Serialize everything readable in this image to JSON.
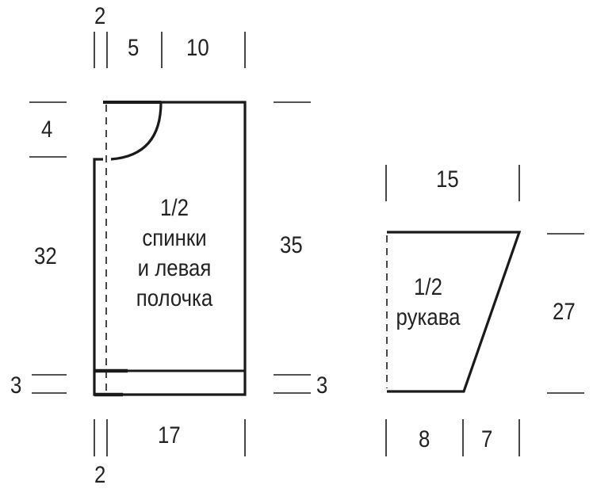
{
  "back_front": {
    "label_lines": [
      "1/2",
      "спинки",
      "и левая",
      "полочка"
    ],
    "dims": {
      "top_left": "2",
      "top_mid": "5",
      "top_right": "10",
      "left_top": "4",
      "left_mid": "32",
      "left_bottom": "3",
      "right_full": "35",
      "right_bottom": "3",
      "bottom_width": "17",
      "bottom_left": "2"
    }
  },
  "sleeve": {
    "label_lines": [
      "1/2",
      "рукава"
    ],
    "dims": {
      "top_width": "15",
      "height": "27",
      "bottom_left": "8",
      "bottom_right": "7"
    }
  },
  "colors": {
    "line": "#1a1a1a",
    "text": "#222222"
  }
}
